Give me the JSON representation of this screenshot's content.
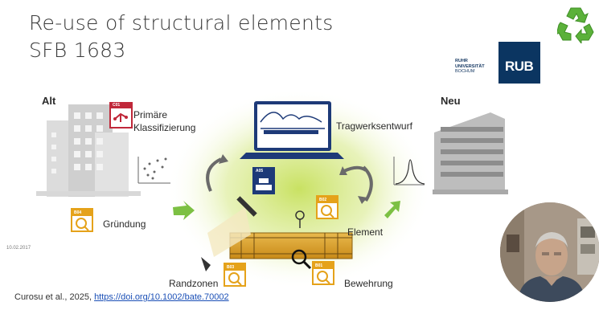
{
  "slide": {
    "title_line1": "Re-use of structural elements",
    "title_line2": "SFB 1683",
    "date": "10.02.2017",
    "citation_prefix": "Curosu et al., 2025, ",
    "citation_link": "https://doi.org/10.1002/bate.70002"
  },
  "logo": {
    "line1": "RUHR",
    "line2": "UNIVERSITÄT",
    "line3": "BOCHUM",
    "mark": "RUB"
  },
  "diagram": {
    "alt_label": "Alt",
    "neu_label": "Neu",
    "primaere": "Primäre",
    "klassifizierung": "Klassifizierung",
    "gruendung": "Gründung",
    "tragwerk": "Tragwerksentwurf",
    "element": "Element",
    "randzonen": "Randzonen",
    "bewehrung": "Bewehrung",
    "badges": {
      "c01": "C01",
      "a05": "A05",
      "b04": "B04",
      "b02": "B02",
      "b03": "B03",
      "b01": "B01"
    }
  },
  "colors": {
    "accent_yellow": "#e5a21a",
    "accent_red": "#c0283a",
    "accent_blue": "#1d3a78",
    "green_glow": "#c6e05a",
    "recycle_green": "#5bb13a",
    "rub_blue": "#0b3561"
  },
  "icons": {
    "recycle": "recycle-icon",
    "video": "presenter-video"
  }
}
